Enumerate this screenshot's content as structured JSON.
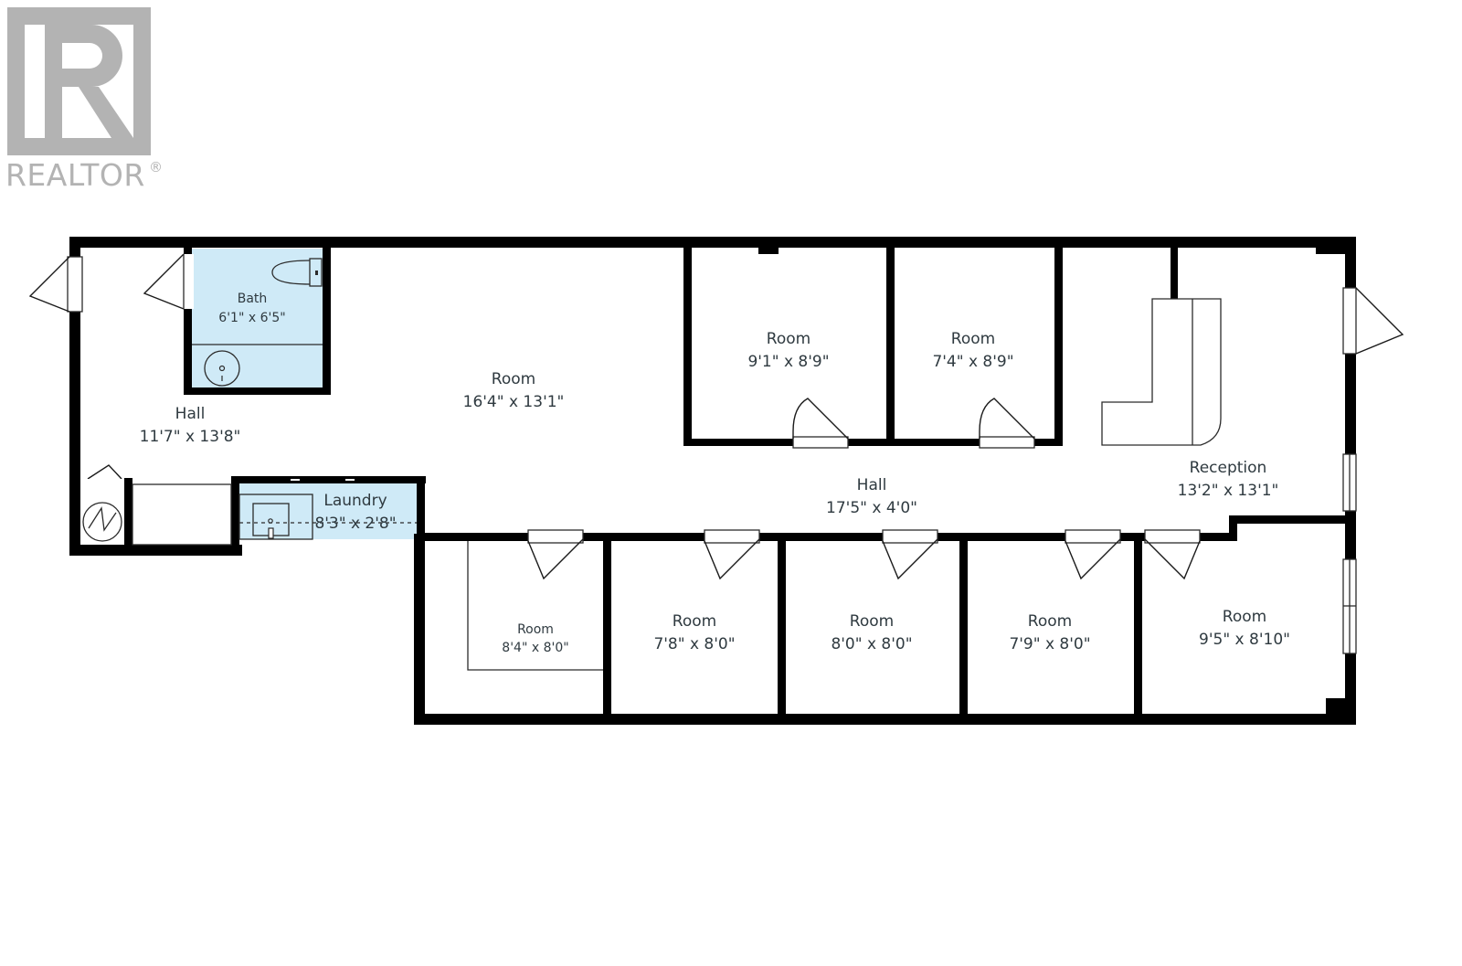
{
  "brand": {
    "name": "REALTOR",
    "mark": "®",
    "logo_icon": "realtor-r-logo-icon"
  },
  "floorplan": {
    "rooms": [
      {
        "id": "bath",
        "name": "Bath",
        "dims": "6'1\" x 6'5\""
      },
      {
        "id": "hall-west",
        "name": "Hall",
        "dims": "11'7\" x 13'8\""
      },
      {
        "id": "room-main",
        "name": "Room",
        "dims": "16'4\" x 13'1\""
      },
      {
        "id": "room-n1",
        "name": "Room",
        "dims": "9'1\" x 8'9\""
      },
      {
        "id": "room-n2",
        "name": "Room",
        "dims": "7'4\" x 8'9\""
      },
      {
        "id": "reception",
        "name": "Reception",
        "dims": "13'2\" x 13'1\""
      },
      {
        "id": "hall-main",
        "name": "Hall",
        "dims": "17'5\" x 4'0\""
      },
      {
        "id": "laundry",
        "name": "Laundry",
        "dims": "8'3\" x 2'8\""
      },
      {
        "id": "room-s1",
        "name": "Room",
        "dims": "8'4\" x 8'0\""
      },
      {
        "id": "room-s2",
        "name": "Room",
        "dims": "7'8\" x 8'0\""
      },
      {
        "id": "room-s3",
        "name": "Room",
        "dims": "8'0\" x 8'0\""
      },
      {
        "id": "room-s4",
        "name": "Room",
        "dims": "7'9\" x 8'0\""
      },
      {
        "id": "room-s5",
        "name": "Room",
        "dims": "9'5\" x 8'10\""
      }
    ],
    "colors": {
      "wall": "#000000",
      "wet_area": "#cfeaf7",
      "label": "#2f3a40",
      "logo": "#b3b3b3"
    }
  }
}
